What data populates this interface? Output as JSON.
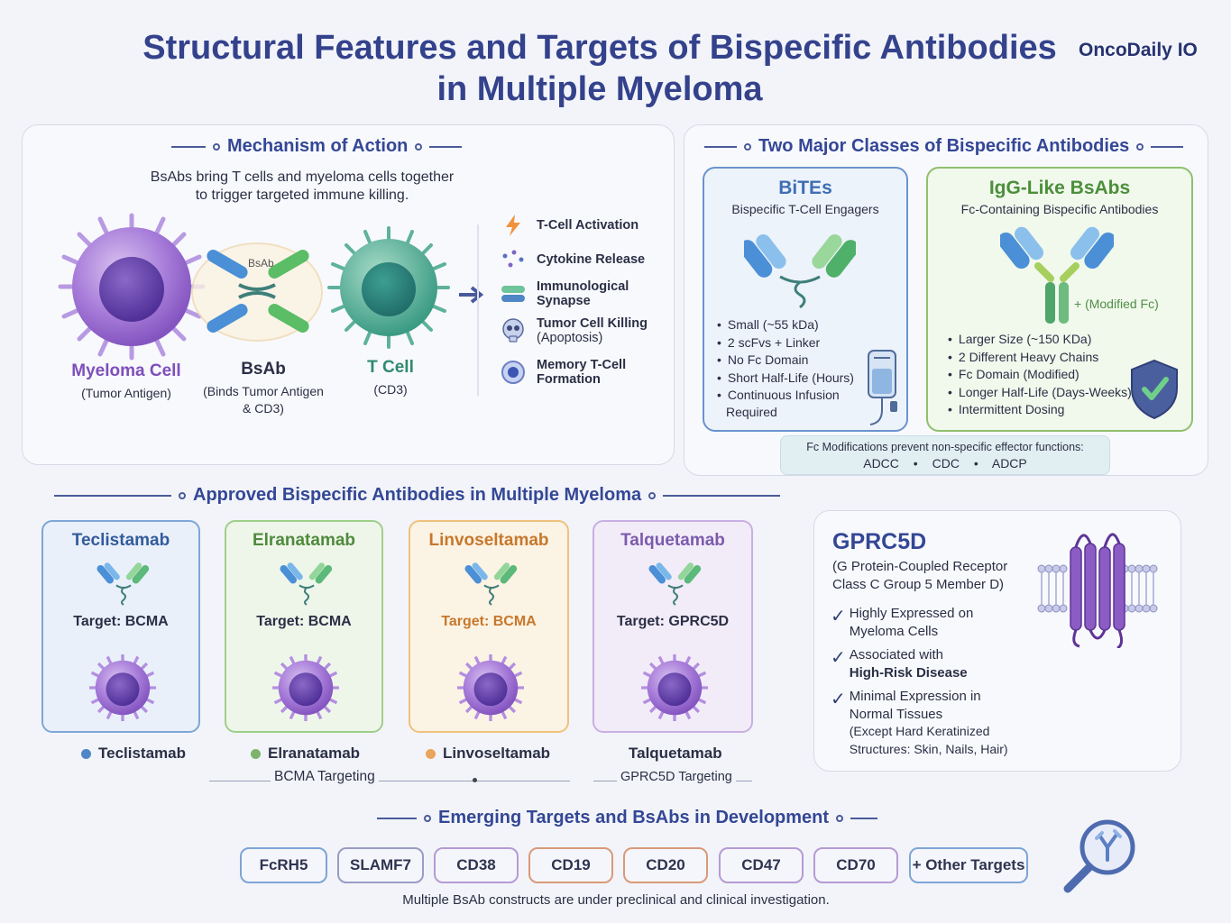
{
  "title_line1": "Structural Features and Targets of Bispecific Antibodies",
  "title_line2": "in Multiple Myeloma",
  "brand": "OncoDaily IO",
  "mechanism": {
    "heading": "Mechanism of Action",
    "desc1": "BsAbs bring T cells and myeloma cells together",
    "desc2": "to trigger targeted immune killing.",
    "bsab_tag": "BsAb",
    "myeloma_label": "Myeloma Cell",
    "myeloma_sub": "(Tumor Antigen)",
    "bsab_label": "BsAb",
    "bsab_sub1": "(Binds Tumor Antigen",
    "bsab_sub2": "& CD3)",
    "tcell_label": "T Cell",
    "tcell_sub": "(CD3)",
    "effects": [
      {
        "line1": "T-Cell Activation",
        "line2": "",
        "icon": "lightning-icon"
      },
      {
        "line1": "Cytokine Release",
        "line2": "",
        "icon": "dots-icon"
      },
      {
        "line1": "Immunological Synapse",
        "line2": "",
        "icon": "synapse-icon"
      },
      {
        "line1": "Tumor Cell Killing",
        "line2": "(Apoptosis)",
        "icon": "skull-icon"
      },
      {
        "line1": "Memory T-Cell",
        "line2": "Formation",
        "icon": "memory-cell-icon"
      }
    ]
  },
  "classes": {
    "heading": "Two Major Classes of Bispecific Antibodies",
    "bites": {
      "title": "BiTEs",
      "subtitle": "Bispecific T-Cell Engagers",
      "bullets": [
        "Small (~55 kDa)",
        "2 scFvs + Linker",
        "No Fc Domain",
        "Short Half-Life (Hours)",
        "Continuous Infusion"
      ],
      "bullet_tail": "Required"
    },
    "igg": {
      "title": "IgG-Like BsAbs",
      "subtitle": "Fc-Containing Bispecific Antibodies",
      "fc_note": "+ (Modified Fc)",
      "bullets": [
        "Larger Size (~150 KDa)",
        "2 Different Heavy Chains",
        "Fc Domain (Modified)",
        "Longer Half-Life (Days-Weeks)",
        "Intermittent Dosing"
      ]
    },
    "fc_note_line1": "Fc Modifications prevent non-specific effector functions:",
    "fc_effects": [
      "ADCC",
      "CDC",
      "ADCP"
    ]
  },
  "approved": {
    "heading": "Approved Bispecific Antibodies in Multiple Myeloma",
    "drugs": [
      {
        "name": "Teclistamab",
        "target": "Target: BCMA",
        "legend": "Teclistamab",
        "color": "#4f86c6"
      },
      {
        "name": "Elranatamab",
        "target": "Target: BCMA",
        "legend": "Elranatamab",
        "color": "#7fb36b"
      },
      {
        "name": "Linvoseltamab",
        "target": "Target: BCMA",
        "legend": "Linvoseltamab",
        "color": "#e9a55b"
      },
      {
        "name": "Talquetamab",
        "target": "Target: GPRC5D",
        "legend": "Talquetamab",
        "color": "#a98bd0"
      }
    ],
    "bcma_label": "BCMA Targeting",
    "gprc5d_label": "GPRC5D Targeting"
  },
  "gprc5d": {
    "title": "GPRC5D",
    "sub1": "(G Protein-Coupled Receptor",
    "sub2": "Class C Group 5 Member D)",
    "points": [
      {
        "a": "Highly Expressed on",
        "b": "Myeloma Cells",
        "c": "",
        "d": ""
      },
      {
        "a": "Associated with",
        "b": "High-Risk Disease",
        "c": "",
        "d": ""
      },
      {
        "a": "Minimal Expression in",
        "b": "Normal Tissues",
        "c": "(Except Hard Keratinized",
        "d": "Structures: Skin, Nails, Hair)"
      }
    ]
  },
  "emerging": {
    "heading": "Emerging Targets and BsAbs in Development",
    "targets": [
      {
        "label": "FcRH5",
        "color": "#7ea4d6"
      },
      {
        "label": "SLAMF7",
        "color": "#9a9cc4"
      },
      {
        "label": "CD38",
        "color": "#b69ad4"
      },
      {
        "label": "CD19",
        "color": "#d99a7a"
      },
      {
        "label": "CD20",
        "color": "#d99a7a"
      },
      {
        "label": "CD47",
        "color": "#b69ad4"
      },
      {
        "label": "CD70",
        "color": "#b69ad4"
      },
      {
        "label": "+ Other Targets",
        "color": "#7ea4d6"
      }
    ],
    "footer": "Multiple BsAb constructs are under preclinical and clinical investigation."
  }
}
